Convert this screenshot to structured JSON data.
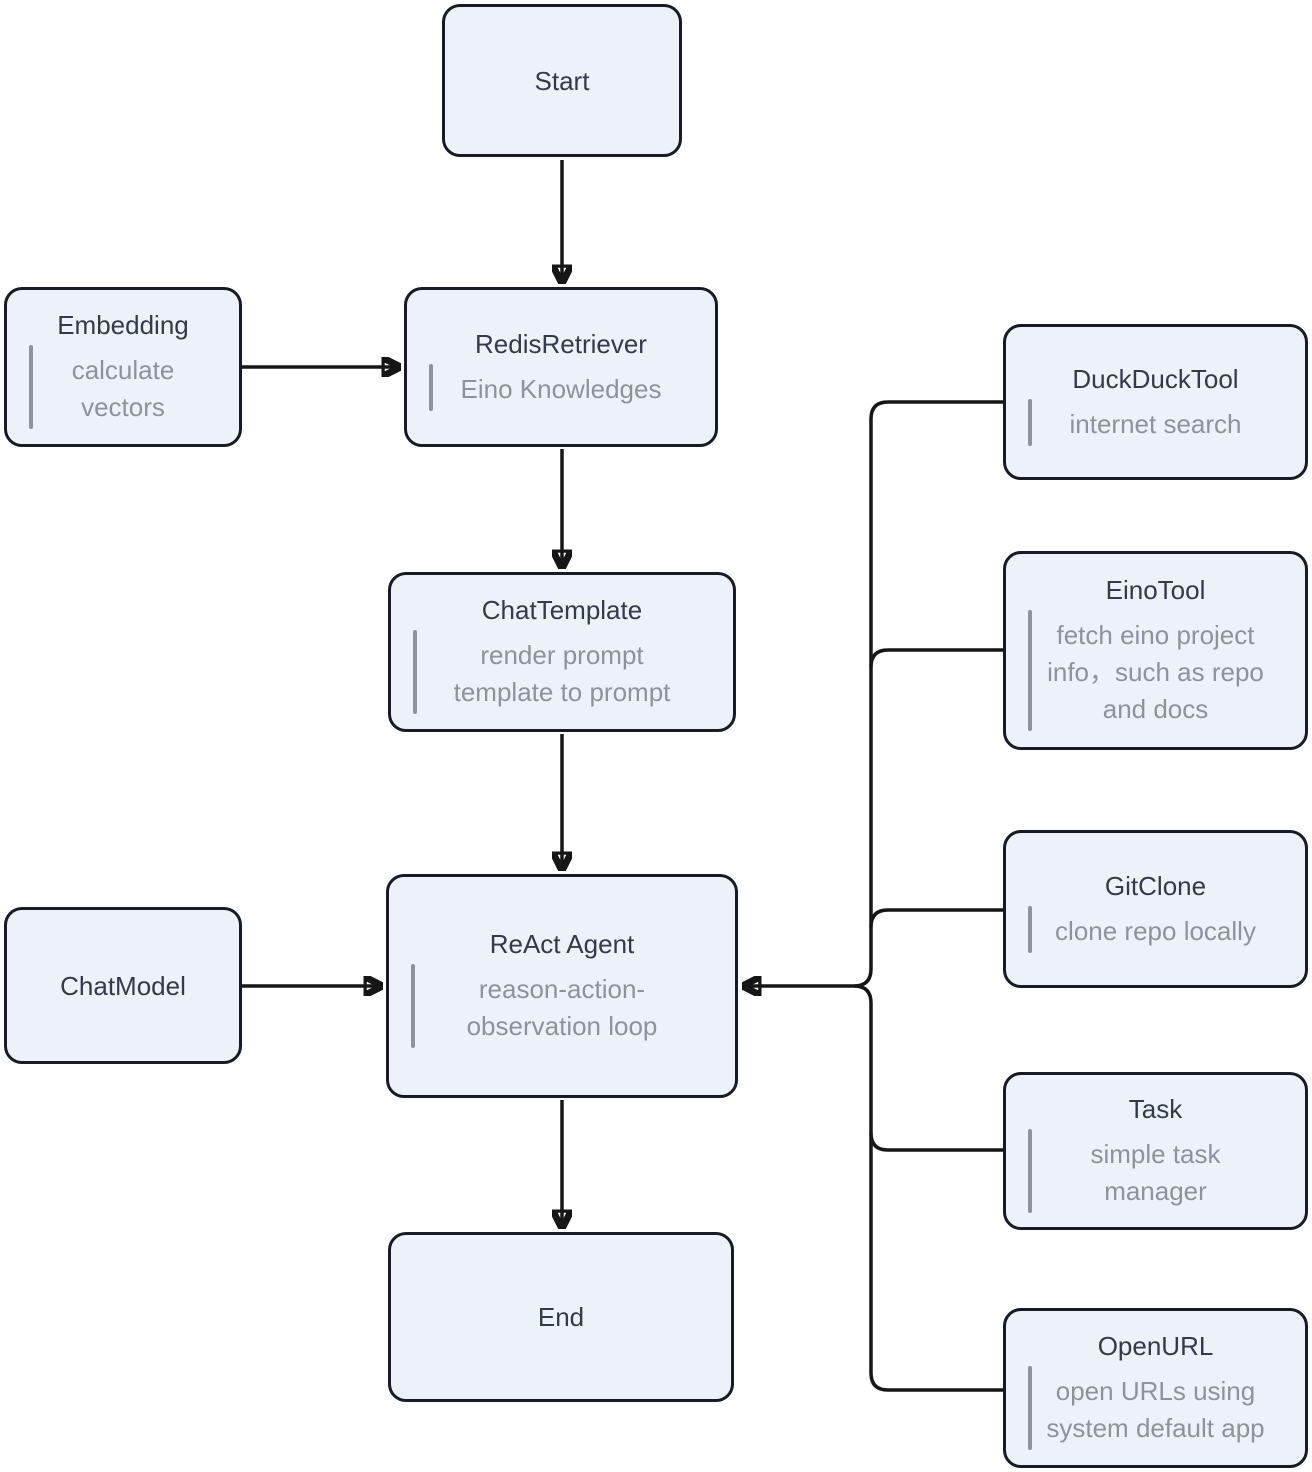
{
  "diagram": {
    "type": "flowchart",
    "colors": {
      "background": "#ffffff",
      "node_fill": "#edf1fa",
      "node_border": "#171c24",
      "title_text": "#333a48",
      "subtitle_text": "#8d929c",
      "quote_bar": "#8d929c",
      "edge_line": "#161616"
    },
    "nodes": [
      {
        "id": "start",
        "title": "Start",
        "subtitle": ""
      },
      {
        "id": "embedding",
        "title": "Embedding",
        "subtitle": "calculate vectors"
      },
      {
        "id": "redisretriever",
        "title": "RedisRetriever",
        "subtitle": "Eino Knowledges"
      },
      {
        "id": "chattemplate",
        "title": "ChatTemplate",
        "subtitle": "render prompt template to prompt"
      },
      {
        "id": "chatmodel",
        "title": "ChatModel",
        "subtitle": ""
      },
      {
        "id": "reactagent",
        "title": "ReAct Agent",
        "subtitle": "reason-action-observation loop"
      },
      {
        "id": "end",
        "title": "End",
        "subtitle": ""
      },
      {
        "id": "duckducktool",
        "title": "DuckDuckTool",
        "subtitle": "internet search"
      },
      {
        "id": "einotool",
        "title": "EinoTool",
        "subtitle": "fetch eino project info，such as repo and docs"
      },
      {
        "id": "gitclone",
        "title": "GitClone",
        "subtitle": "clone repo locally"
      },
      {
        "id": "task",
        "title": "Task",
        "subtitle": "simple task manager"
      },
      {
        "id": "openurl",
        "title": "OpenURL",
        "subtitle": "open URLs using system default app"
      }
    ],
    "edges": [
      {
        "from": "Start",
        "to": "RedisRetriever"
      },
      {
        "from": "Embedding",
        "to": "RedisRetriever"
      },
      {
        "from": "RedisRetriever",
        "to": "ChatTemplate"
      },
      {
        "from": "ChatTemplate",
        "to": "ReAct Agent"
      },
      {
        "from": "ChatModel",
        "to": "ReAct Agent"
      },
      {
        "from": "ReAct Agent",
        "to": "End"
      },
      {
        "from": "DuckDuckTool",
        "to": "ReAct Agent"
      },
      {
        "from": "EinoTool",
        "to": "ReAct Agent"
      },
      {
        "from": "GitClone",
        "to": "ReAct Agent"
      },
      {
        "from": "Task",
        "to": "ReAct Agent"
      },
      {
        "from": "OpenURL",
        "to": "ReAct Agent"
      }
    ]
  }
}
